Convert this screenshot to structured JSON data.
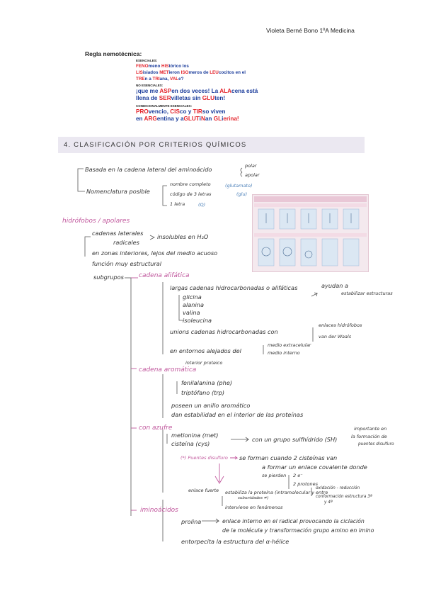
{
  "header": {
    "author": "Violeta Berné Bono 1ºA Medicina"
  },
  "mnemonic": {
    "title": "Regla nemotécnica:",
    "essential_label": "ESENCIALES:",
    "essential_lines": [
      [
        {
          "t": "FENO",
          "r": true
        },
        {
          "t": "meno "
        },
        {
          "t": "HIS",
          "r": true
        },
        {
          "t": "tórico los"
        }
      ],
      [
        {
          "t": "LIS",
          "r": true
        },
        {
          "t": "isiados "
        },
        {
          "t": "MET",
          "r": true
        },
        {
          "t": "ieron "
        },
        {
          "t": "ISO",
          "r": true
        },
        {
          "t": "meros de "
        },
        {
          "t": "LEU",
          "r": true
        },
        {
          "t": "cocitos en el"
        }
      ],
      [
        {
          "t": "TRE",
          "r": true
        },
        {
          "t": "n a "
        },
        {
          "t": "TRI",
          "r": true
        },
        {
          "t": "ana, "
        },
        {
          "t": "VAL",
          "r": true
        },
        {
          "t": "e?"
        }
      ]
    ],
    "nonessential_label": "NO ESENCIALES:",
    "nonessential_lines": [
      [
        {
          "t": "¡que me "
        },
        {
          "t": "ASP",
          "r": true
        },
        {
          "t": "en dos veces! La "
        },
        {
          "t": "ALA",
          "r": true
        },
        {
          "t": "cena está"
        }
      ],
      [
        {
          "t": "llena de "
        },
        {
          "t": "SER",
          "r": true
        },
        {
          "t": "villetas sin "
        },
        {
          "t": "GLU",
          "r": true
        },
        {
          "t": "ten!"
        }
      ]
    ],
    "conditional_label": "CONDICIONALMENTE ESENCIALES:",
    "conditional_lines": [
      [
        {
          "t": "PRO",
          "r": true
        },
        {
          "t": "vencio, "
        },
        {
          "t": "CIS",
          "r": true
        },
        {
          "t": "co y "
        },
        {
          "t": "TIR",
          "r": true
        },
        {
          "t": "so viven"
        }
      ],
      [
        {
          "t": "en "
        },
        {
          "t": "ARG",
          "r": true
        },
        {
          "t": "entina y a"
        },
        {
          "t": "GLUT",
          "r": true
        },
        {
          "t": "i"
        },
        {
          "t": "N",
          "r": true
        },
        {
          "t": "an "
        },
        {
          "t": "GL",
          "r": true
        },
        {
          "t": "i"
        },
        {
          "t": "erina!",
          "r": true
        }
      ]
    ]
  },
  "section": {
    "title": "4.   CLASIFICACIÓN POR CRITERIOS QUÍMICOS"
  },
  "notes": {
    "basada": "Basada en la cadena lateral del aminoácido",
    "polar": "polar",
    "apolar": "apolar",
    "nomenclatura": "Nomenclatura posible",
    "nombre_completo": "nombre completo",
    "glutamato": "(glutamato)",
    "codigo3": "código de 3 letras",
    "glu": "(glu)",
    "letra1": "1 letra",
    "q": "(Q)",
    "hidrofobos": "hidrófobos / apolares",
    "cadenas_laterales": "cadenas laterales",
    "radicales": "radicales",
    "insolubles": "insolubles en H₂O",
    "zonas_interiores": "en zonas interiores, lejos del medio acuoso",
    "funcion": "función muy estructural",
    "subgrupos": "subgrupos",
    "cadena_alifatica": "cadena alifática",
    "largas_cadenas": "largas cadenas hidrocarbonadas o alifáticas",
    "ayudan": "ayudan a",
    "estabilizar": "estabilizar estructuras",
    "glicina": "glicina",
    "alanina": "alanina",
    "valina": "valina",
    "isoleucina": "isoleucina",
    "unions": "unions cadenas hidrocarbonadas con",
    "enlaces_hidrofobos": "enlaces hidrófobos",
    "van_der_waals": "van der Waals",
    "entornos": "en entornos alejados del",
    "medio_extracelular": "medio extracelular",
    "medio_interno": "medio interno",
    "interior_proteico": "interior proteico",
    "cadena_aromatica": "cadena aromática",
    "fenilalanina": "fenilalanina (phe)",
    "triptofano": "triptófano (trp)",
    "poseen_anillo": "poseen un anillo aromático",
    "dan_estabilidad": "dan estabilidad en el interior de las proteínas",
    "con_azufre": "con azufre",
    "metionina": "metionina (met)",
    "cisteina": "cisteína (cys)",
    "grupo_sulfhidrilo": "con un grupo sulfhídrido (SH)",
    "importante_en": "importante en",
    "formacion_de": "la formación de",
    "puentes_disulfuro": "puentes disulfuro",
    "puentes_label": "(*) Puentes disulfuro",
    "se_forman": "se forman cuando 2 cisteínas van",
    "a_formar": "a formar un enlace covalente donde",
    "se_pierden": "se pierden",
    "dos_e": "2 e⁻",
    "dos_protones": "2 protones",
    "enlace_fuerte": "enlace fuerte",
    "estabiliza": "estabiliza la proteína (intramolecular y entre",
    "subunidades": "subunidades ≠)",
    "interviene": "interviene en fenómenos",
    "oxidacion": "oxidación - reducción",
    "conformacion": "conformación estructura 3ª",
    "y_4a": "y 4ª",
    "iminoacidos": "iminoácidos",
    "prolina": "prolina",
    "enlace_interno": "enlace interno en el radical provocando la ciclación",
    "de_la_molecula": "de la molécula y transformación grupo amino en imino",
    "entorpece": "entorpecita la estructura del α-hélice"
  },
  "colors": {
    "mnemonic_blue": "#1d3e9c",
    "mnemonic_red": "#e4242c",
    "section_bg": "#ebe8f1",
    "pink_ink": "#c0569c"
  }
}
